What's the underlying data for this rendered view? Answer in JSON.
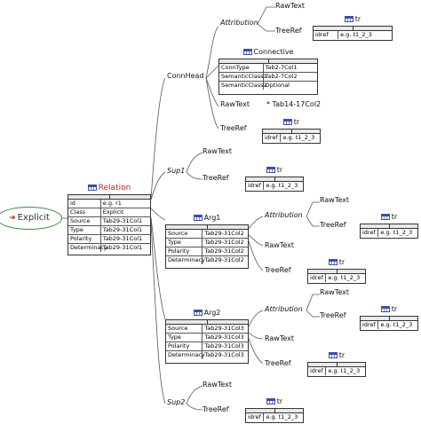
{
  "root": {
    "label": "Explicit"
  },
  "relation": {
    "title": "Relation",
    "rows": [
      [
        "id",
        "e.g. r1"
      ],
      [
        "Class",
        "Explicit"
      ],
      [
        "Source",
        "Tab29-31Col1"
      ],
      [
        "Type",
        "Tab29-31Col1"
      ],
      [
        "Polarity",
        "Tab29-31Col1"
      ],
      [
        "Determinacy",
        "Tab29-31Col1"
      ]
    ]
  },
  "conn_head": {
    "label": "ConnHead",
    "attribution_label": "Attribution",
    "attribution_rawtext": "RawText",
    "attribution_treeref": "TreeRef",
    "attribution_tr": {
      "title": "tr",
      "rows": [
        [
          "idref",
          "e.g. t1_2_3"
        ]
      ]
    },
    "connective": {
      "title": "Connective",
      "rows": [
        [
          "ConnType",
          "Tab2-7Col1"
        ],
        [
          "SemanticClass1",
          "Tab2-7Col2"
        ],
        [
          "SemanticClass2",
          "Optional"
        ]
      ]
    },
    "rawtext": "RawText",
    "rawtext_note": "* Tab14-17Col2",
    "treeref": "TreeRef",
    "tr": {
      "title": "tr",
      "rows": [
        [
          "idref",
          "e.g. t1_2_3"
        ]
      ]
    }
  },
  "sup1": {
    "label": "Sup1",
    "rawtext": "RawText",
    "treeref": "TreeRef",
    "tr": {
      "title": "tr",
      "rows": [
        [
          "idref",
          "e.g. t1_2_3"
        ]
      ]
    }
  },
  "arg1": {
    "title": "Arg1",
    "rows": [
      [
        "Source",
        "Tab29-31Col2"
      ],
      [
        "Type",
        "Tab29-31Col2"
      ],
      [
        "Polarity",
        "Tab29-31Col2"
      ],
      [
        "Determinacy",
        "Tab29-31Col2"
      ]
    ],
    "attribution_label": "Attribution",
    "attribution_rawtext": "RawText",
    "attribution_treeref": "TreeRef",
    "attribution_tr": {
      "title": "tr",
      "rows": [
        [
          "idref",
          "e.g. t1_2_3"
        ]
      ]
    },
    "rawtext": "RawText",
    "treeref": "TreeRef",
    "tr": {
      "title": "tr",
      "rows": [
        [
          "idref",
          "e.g. t1_2_3"
        ]
      ]
    }
  },
  "arg2": {
    "title": "Arg2",
    "rows": [
      [
        "Source",
        "Tab29-31Col3"
      ],
      [
        "Type",
        "Tab29-31Col3"
      ],
      [
        "Polarity",
        "Tab29-31Col3"
      ],
      [
        "Determinacy",
        "Tab29-31Col3"
      ]
    ],
    "attribution_label": "Attribution",
    "attribution_rawtext": "RawText",
    "attribution_treeref": "TreeRef",
    "attribution_tr": {
      "title": "tr",
      "rows": [
        [
          "idref",
          "e.g. t1_2_3"
        ]
      ]
    },
    "rawtext": "RawText",
    "treeref": "TreeRef",
    "tr": {
      "title": "tr",
      "rows": [
        [
          "idref",
          "e.g. t1_2_3"
        ]
      ]
    }
  },
  "sup2": {
    "label": "Sup2",
    "rawtext": "RawText",
    "treeref": "TreeRef",
    "tr": {
      "title": "tr",
      "rows": [
        [
          "idref",
          "e.g. t1_2_3"
        ]
      ]
    }
  },
  "colors": {
    "relation_title": "#b3262a",
    "explicit_border": "#2f8a3a",
    "arrow": "#d01818",
    "table_icon": "#3f4ea8"
  }
}
